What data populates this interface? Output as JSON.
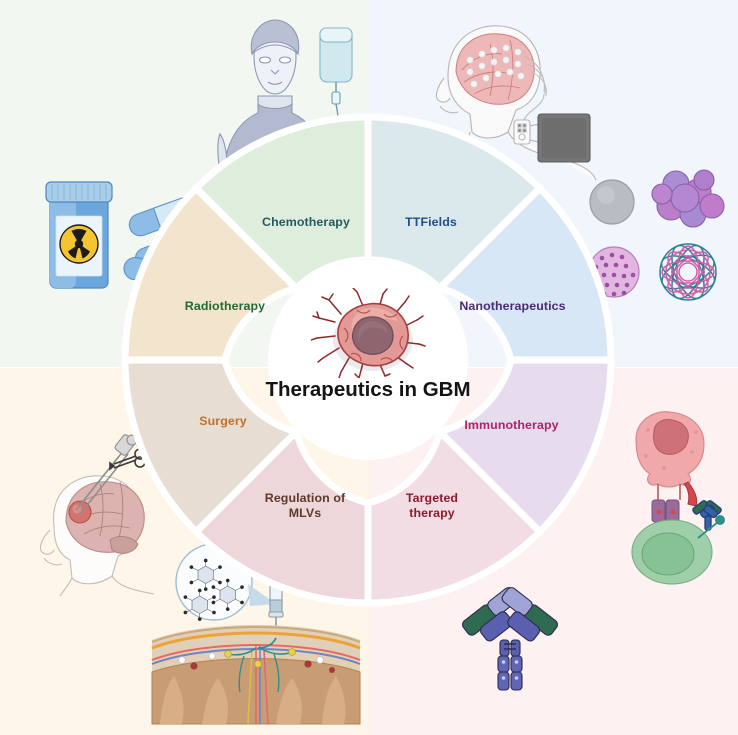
{
  "figure": {
    "center_title": "Therapeutics in\nGBM",
    "center_icon": "glioblastoma-tumor-cell"
  },
  "segments": [
    {
      "id": "chemotherapy",
      "label": "Chemotherapy",
      "fill": "#dce9ec",
      "text": "#245a63",
      "quadrant": "top-left"
    },
    {
      "id": "ttfields",
      "label": "TTFields",
      "fill": "#d8e7f5",
      "text": "#1f4e87",
      "quadrant": "top-right"
    },
    {
      "id": "nanotherapeutics",
      "label": "Nanotherapeutics",
      "fill": "#e6dced",
      "text": "#4b2a78",
      "quadrant": "right-upper"
    },
    {
      "id": "immunotherapy",
      "label": "Immunotherapy",
      "fill": "#f2dde4",
      "text": "#b0236b",
      "quadrant": "right-lower"
    },
    {
      "id": "targeted-therapy",
      "label": "Targeted\ntherapy",
      "fill": "#eed7da",
      "text": "#8e1b2c",
      "quadrant": "bottom-right"
    },
    {
      "id": "regulation-of-mlvs",
      "label": "Regulation of\nMLVs",
      "fill": "#e8ddd3",
      "text": "#5d3a28",
      "quadrant": "bottom-left"
    },
    {
      "id": "surgery",
      "label": "Surgery",
      "fill": "#f3e4cd",
      "text": "#c1702c",
      "quadrant": "left-lower"
    },
    {
      "id": "radiotherapy",
      "label": "Radiotherapy",
      "fill": "#dfeedc",
      "text": "#226b34",
      "quadrant": "left-upper"
    }
  ],
  "illustrations": [
    {
      "id": "chemotherapy-illustration",
      "name": "patient-with-iv-drip"
    },
    {
      "id": "ttfields-illustration",
      "name": "head-with-transducer-arrays-and-device"
    },
    {
      "id": "radiotherapy-illustration",
      "name": "pill-bottle-with-radioactive-symbol-and-capsules"
    },
    {
      "id": "nanotherapeutics-illustration",
      "name": "nanoparticles"
    },
    {
      "id": "surgery-illustration",
      "name": "brain-surgery-with-instruments"
    },
    {
      "id": "mlv-illustration",
      "name": "meningeal-lymphatic-vessel-injection"
    },
    {
      "id": "targeted-therapy-illustration",
      "name": "antibody-molecule"
    },
    {
      "id": "immunotherapy-illustration",
      "name": "tumor-cell-and-immune-cell-interaction"
    }
  ],
  "quadrants": {
    "top_left": "#f2f8f1",
    "top_right": "#f1f5fc",
    "bottom_left": "#fdf6e9",
    "bottom_right": "#fdf1f2"
  }
}
